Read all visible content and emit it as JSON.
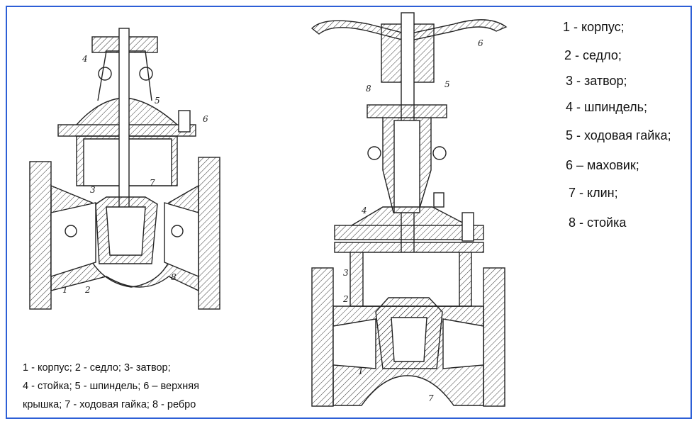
{
  "legend_right": [
    "1 - корпус;",
    "2 - седло;",
    "3 - затвор;",
    "4 - шпиндель;",
    "5 - ходовая гайка;",
    "6 – маховик;",
    "7 - клин;",
    "8 - стойка"
  ],
  "caption_left": [
    "1 - корпус; 2 - седло; 3- затвор;",
    "4 - стойка; 5 - шпиндель; 6 – верхняя",
    "крышка; 7 - ходовая гайка; 8 - ребро"
  ],
  "left_numbers": [
    "1",
    "2",
    "3",
    "4",
    "5",
    "6",
    "7",
    "8"
  ],
  "right_numbers": [
    "1",
    "2",
    "3",
    "4",
    "5",
    "6",
    "7",
    "8"
  ],
  "colors": {
    "frame": "#2d5fd6",
    "line": "#222222"
  }
}
